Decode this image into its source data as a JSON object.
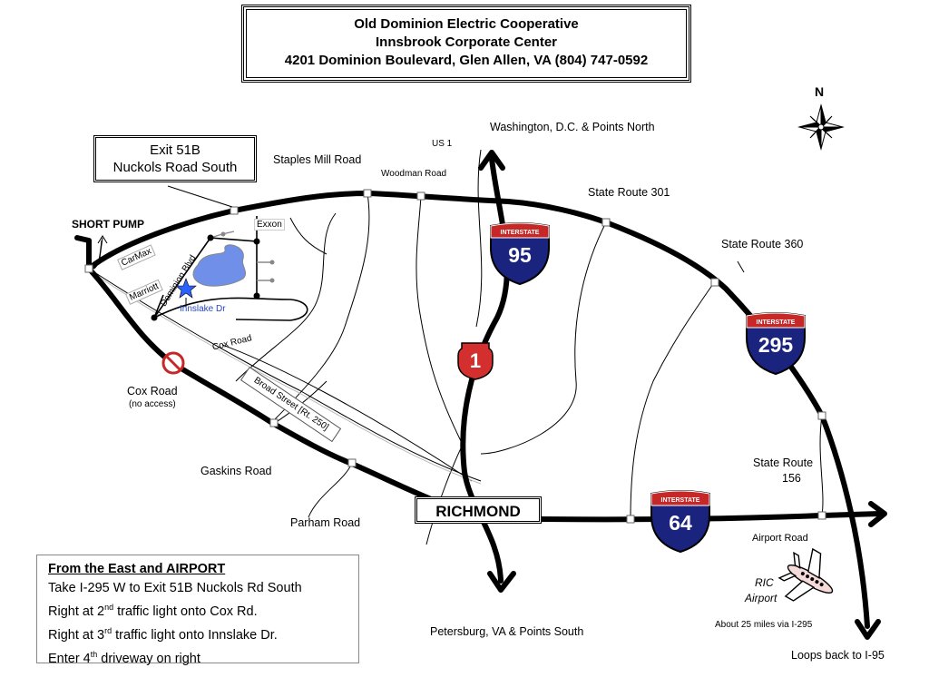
{
  "title": {
    "line1": "Old Dominion Electric Cooperative",
    "line2": "Innsbrook Corporate Center",
    "line3": "4201 Dominion Boulevard, Glen Allen, VA  (804) 747-0592"
  },
  "exit": {
    "line1": "Exit 51B",
    "line2": "Nuckols Road South"
  },
  "labels": {
    "north": "N",
    "washington": "Washington, D.C. & Points North",
    "us1": "US 1",
    "staples": "Staples Mill Road",
    "woodman": "Woodman Road",
    "sr301": "State Route 301",
    "sr360": "State Route 360",
    "short_pump": "SHORT PUMP",
    "exxon": "Exxon",
    "carmax": "CarMax",
    "marriott": "Marriott",
    "dominion_blvd": "Dominion Blvd",
    "innslake": "Innslake Dr",
    "cox_road": "Cox Road",
    "cox_road2": "Cox Road",
    "no_access": "(no access)",
    "broad_street": "Broad  Street  [Rt. 250]",
    "gaskins": "Gaskins Road",
    "parham": "Parham Road",
    "richmond": "RICHMOND",
    "sr156_1": "State Route",
    "sr156_2": "156",
    "airport_road": "Airport Road",
    "ric1": "RIC",
    "ric2": "Airport",
    "about25": "About 25 miles via I-295",
    "petersburg": "Petersburg, VA & Points South",
    "loops": "Loops back to I-95"
  },
  "shields": {
    "i95_top": "INTERSTATE",
    "i95_num": "95",
    "i295_top": "INTERSTATE",
    "i295_num": "295",
    "i64_top": "INTERSTATE",
    "i64_num": "64",
    "us1_num": "1"
  },
  "directions": {
    "heading": "From the East and AIRPORT",
    "l1": "Take I-295 W to Exit 51B Nuckols Rd South",
    "l2a": "Right at  2",
    "l2s": "nd",
    "l2b": " traffic light onto Cox Rd.",
    "l3a": "Right at 3",
    "l3s": "rd",
    "l3b": " traffic light onto Innslake Dr.",
    "l4a": "Enter 4",
    "l4s": "th",
    "l4b": " driveway on right"
  },
  "colors": {
    "interstate_blue": "#1a237e",
    "interstate_red": "#c62828",
    "us_red": "#d32f2f",
    "star": "#2962ff",
    "lake": "#6f8fe8"
  }
}
